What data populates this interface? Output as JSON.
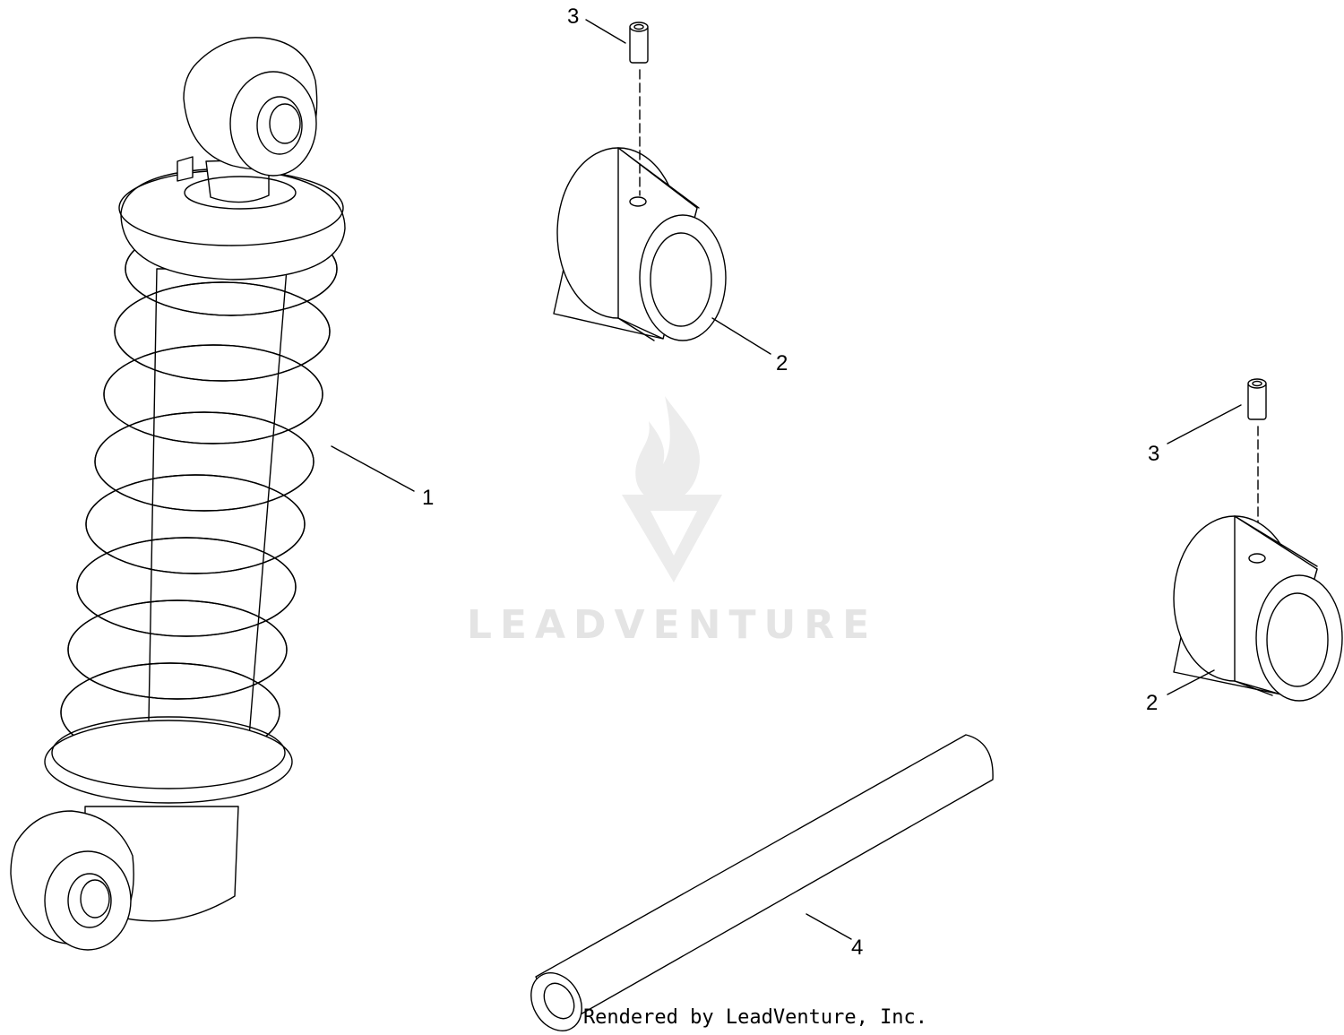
{
  "watermark": {
    "text": "LEADVENTURE"
  },
  "credit": "Rendered by LeadVenture, Inc.",
  "callouts": {
    "shock_absorber": "1",
    "spacer_upper": "2",
    "set_screw_upper": "3",
    "set_screw_right": "3",
    "spacer_right": "2",
    "tube": "4"
  },
  "colors": {
    "line": "#000000",
    "watermark": "#e4e4e4",
    "background": "#ffffff"
  }
}
